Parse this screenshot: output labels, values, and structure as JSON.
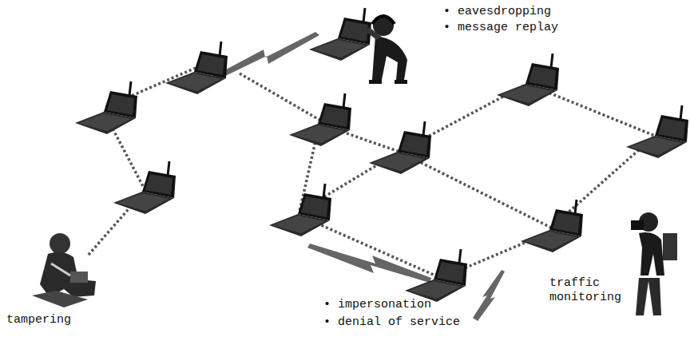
{
  "diagram": {
    "labels": [
      "• eavesdropping",
      "• message replay",
      "tampering",
      "traffic monitoring",
      "• impersonation",
      "• denial of service"
    ]
  }
}
